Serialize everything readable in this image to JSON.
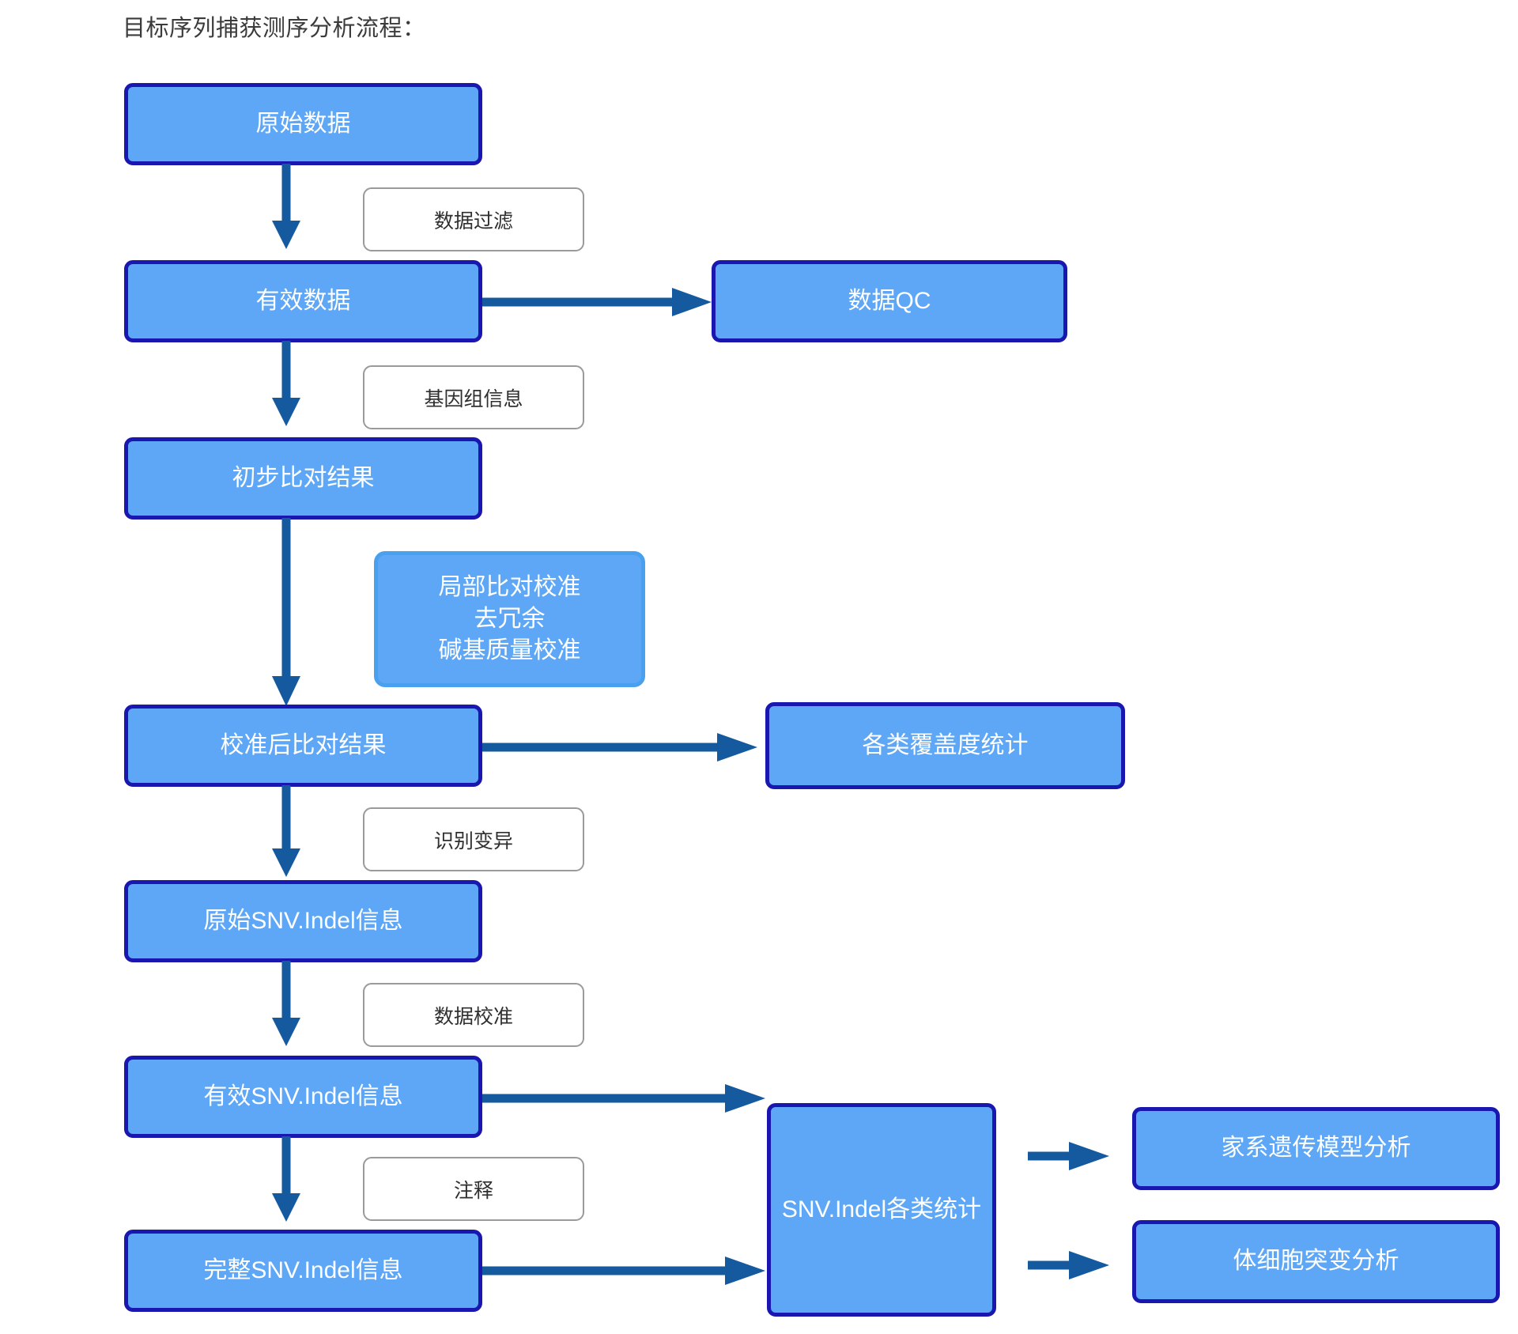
{
  "title": "目标序列捕获测序分析流程：",
  "colors": {
    "node_fill": "#5EA7F7",
    "node_border": "#1A17B0",
    "soft_border": "#48A0EE",
    "arrow": "#15599E",
    "chip_border": "#9A9A9A",
    "title_text": "#3B3B3B",
    "node_text": "#FFFFFF"
  },
  "nodes": {
    "raw_data": "原始数据",
    "clean_data": "有效数据",
    "data_qc": "数据QC",
    "initial_alignment": "初步比对结果",
    "recalibration": "局部比对校准\n去冗余\n碱基质量校准",
    "calibrated_alignment": "校准后比对结果",
    "coverage_stats": "各类覆盖度统计",
    "raw_snv_indel": "原始SNV.Indel信息",
    "valid_snv_indel": "有效SNV.Indel信息",
    "full_snv_indel": "完整SNV.Indel信息",
    "snv_indel_stats": "SNV.Indel各类统计",
    "pedigree_analysis": "家系遗传模型分析",
    "somatic_analysis": "体细胞突变分析"
  },
  "edge_labels": {
    "data_filter": "数据过滤",
    "genome_info": "基因组信息",
    "variant_calling": "识别变异",
    "data_calibration": "数据校准",
    "annotation": "注释"
  }
}
